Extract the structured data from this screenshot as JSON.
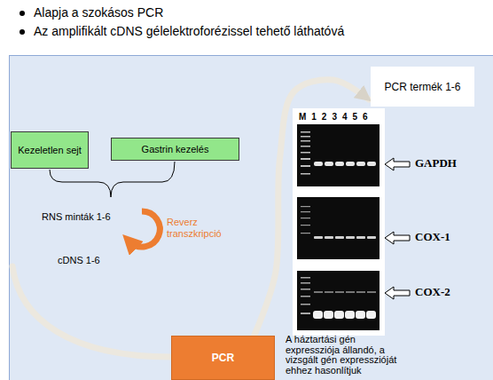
{
  "diagram": {
    "nodes": [
      {
        "text": [
          "Kezeletlen sejt"
        ]
      },
      {
        "text": [
          "Gastrin kezelés"
        ]
      },
      {
        "text": [
          "PCR"
        ]
      },
      {
        "text": [
          "PCR termék 1-6"
        ]
      }
    ],
    "edges": [
      {
        "from": 2,
        "to": 3,
        "arrow": "to"
      }
    ],
    "labels": [
      "Alapja a szokásos PCR",
      "Az amplifikált cDNS gélelektroforézissel tehető láthatóvá",
      "RNS minták 1-6",
      "Reverz transzkripció",
      "cDNS 1-6",
      "M 1 2 3 4 5 6",
      "GAPDH",
      "COX-1",
      "COX-2",
      "A háztartási gén expressziója állandó, a vizsgált gén expresszióját ehhez hasonlítjuk"
    ]
  }
}
